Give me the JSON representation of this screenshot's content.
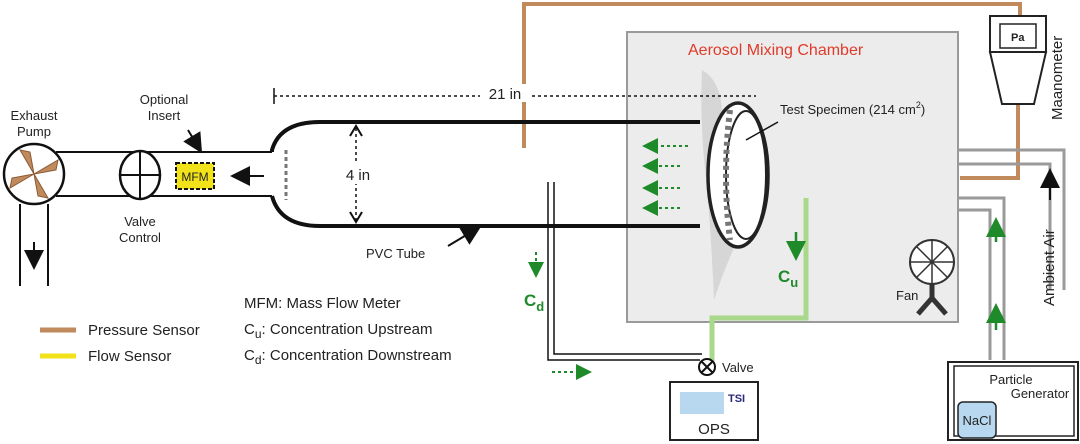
{
  "labels": {
    "exhaust_pump_1": "Exhaust",
    "exhaust_pump_2": "Pump",
    "optional_insert_1": "Optional",
    "optional_insert_2": "Insert",
    "mfm_box": "MFM",
    "valve_control_1": "Valve",
    "valve_control_2": "Control",
    "length_dim": "21 in",
    "diameter_dim": "4 in",
    "pvc_tube": "PVC Tube",
    "chamber_title": "Aerosol Mixing Chamber",
    "test_specimen": "Test Specimen (214 cm",
    "test_specimen_sup": "2",
    "test_specimen_end": ")",
    "manometer": "Maanometer",
    "manometer_pa": "Pa",
    "ambient_air": "Ambient Air",
    "fan": "Fan",
    "cu_main": "C",
    "cu_sub": "u",
    "cd_main": "C",
    "cd_sub": "d",
    "valve": "Valve",
    "tsi": "TSI",
    "ops": "OPS",
    "particle_generator_1": "Particle",
    "particle_generator_2": "Generator",
    "nacl": "NaCl"
  },
  "legend": {
    "mfm_def": "MFM: Mass Flow Meter",
    "cu_def_main": "C",
    "cu_def_sub": "u",
    "cu_def_text": ": Concentration Upstream",
    "cd_def_main": "C",
    "cd_def_sub": "d",
    "cd_def_text": ": Concentration Downstream",
    "pressure_sensor": "Pressure Sensor",
    "flow_sensor": "Flow Sensor"
  },
  "colors": {
    "pressure_line": "#c08a5c",
    "flow_sensor": "#f2e21a",
    "chamber_border": "#9a9a9a",
    "green_flow": "#1f8a2a",
    "light_green": "#a9d88a",
    "chamber_title": "#e03a2a",
    "tsi_text": "#2a2a7a",
    "ops_screen": "#b7d8ee"
  }
}
